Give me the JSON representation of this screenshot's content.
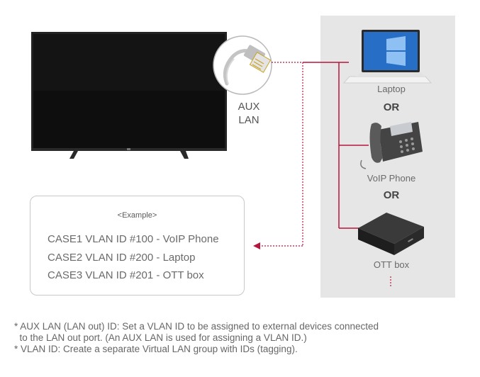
{
  "port": {
    "label_line1": "AUX",
    "label_line2": "LAN"
  },
  "devices": [
    {
      "label": "Laptop",
      "icon": "laptop-icon"
    },
    {
      "label": "VoIP Phone",
      "icon": "voip-phone-icon"
    },
    {
      "label": "OTT box",
      "icon": "ott-box-icon"
    }
  ],
  "separators": [
    "OR",
    "OR"
  ],
  "example": {
    "title": "<Example>",
    "cases": [
      "CASE1 VLAN ID #100 - VoIP Phone",
      "CASE2 VLAN ID #200 - Laptop",
      "CASE3 VLAN ID #201 - OTT box"
    ]
  },
  "footnotes": [
    "* AUX LAN (LAN out) ID: Set a VLAN ID to be assigned to external devices connected",
    "  to the LAN out port. (An AUX LAN is used for assigning a VLAN ID.)",
    "* VLAN ID: Create a separate Virtual LAN group with IDs (tagging)."
  ],
  "colors": {
    "connection_line": "#b5173c",
    "panel_bg": "#e6e6e6",
    "tv_body": "#1b1b1b"
  }
}
